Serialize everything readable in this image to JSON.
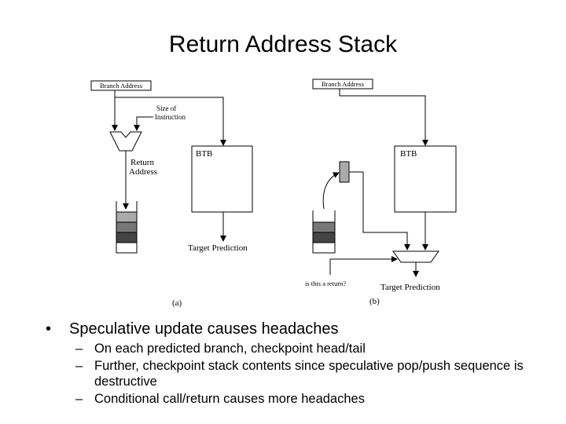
{
  "slide": {
    "title": "Return Address Stack"
  },
  "diagram": {
    "a": {
      "branch_address": "Branch Address",
      "size_of": "Size of",
      "instruction": "Instruction",
      "return": "Return",
      "address": "Address",
      "btb": "BTB",
      "target_prediction": "Target Prediction",
      "caption": "(a)"
    },
    "b": {
      "branch_address": "Branch Address",
      "btb": "BTB",
      "is_this_a_return": "is this a return?",
      "target_prediction": "Target Prediction",
      "caption": "(b)"
    }
  },
  "bullets": {
    "main": "Speculative update causes headaches",
    "subs": [
      "On each predicted branch, checkpoint head/tail",
      "Further, checkpoint stack contents since speculative pop/push sequence is destructive",
      "Conditional call/return causes more headaches"
    ]
  }
}
